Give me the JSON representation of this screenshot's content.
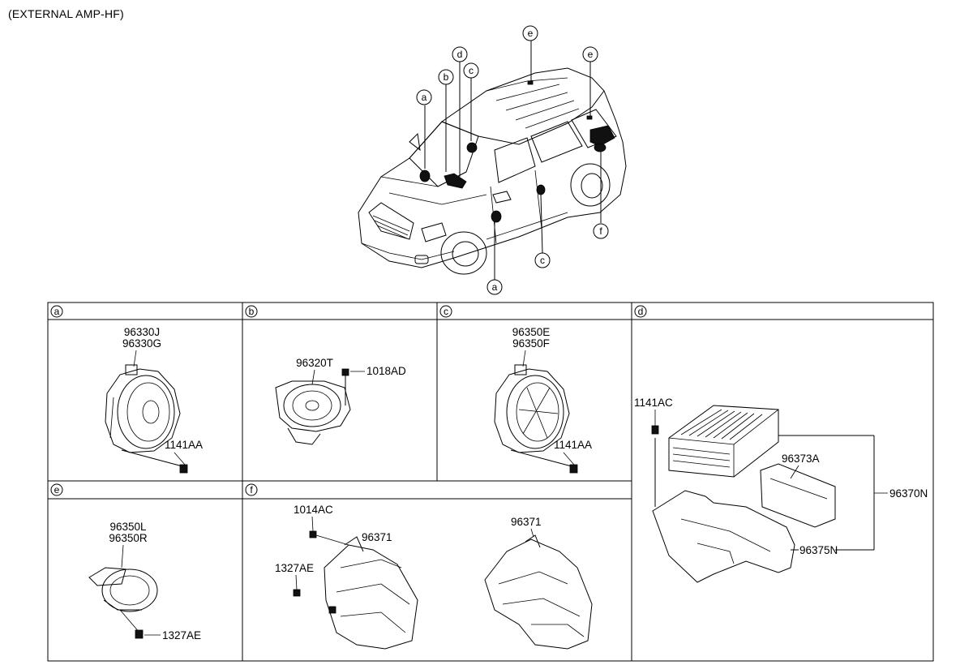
{
  "title": "(EXTERNAL AMP-HF)",
  "callouts": {
    "a": "a",
    "b": "b",
    "c": "c",
    "d": "d",
    "e": "e",
    "f": "f"
  },
  "panels": {
    "a": {
      "label": "a",
      "parts": [
        "96330J",
        "96330G",
        "1141AA"
      ]
    },
    "b": {
      "label": "b",
      "parts": [
        "96320T",
        "1018AD"
      ]
    },
    "c": {
      "label": "c",
      "parts": [
        "96350E",
        "96350F",
        "1141AA"
      ]
    },
    "d": {
      "label": "d",
      "parts": [
        "1141AC",
        "96373A",
        "96370N",
        "96375N"
      ]
    },
    "e": {
      "label": "e",
      "parts": [
        "96350L",
        "96350R",
        "1327AE"
      ]
    },
    "f": {
      "label": "f",
      "parts": [
        "1014AC",
        "96371",
        "1327AE",
        "96371"
      ]
    }
  }
}
